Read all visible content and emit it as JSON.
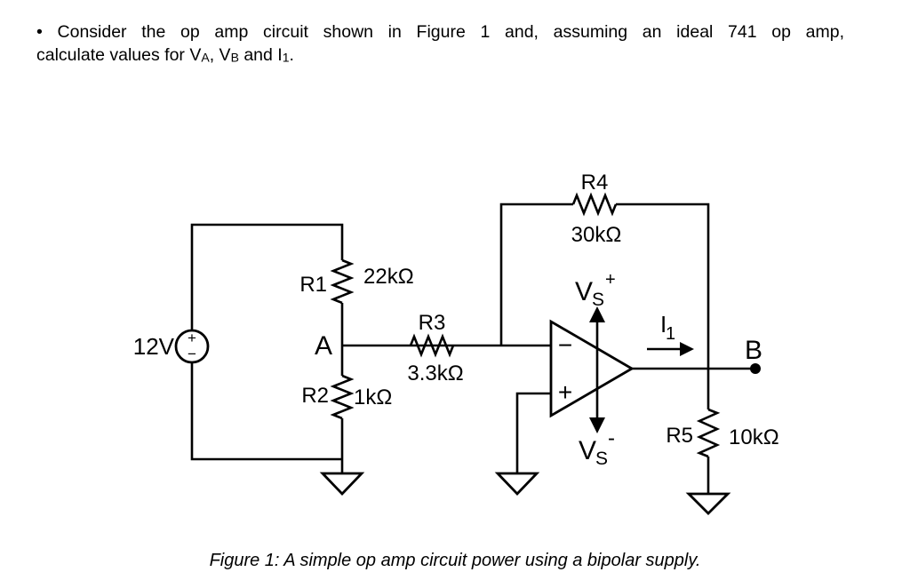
{
  "question": {
    "bullet": "•",
    "line1": "Consider the op amp circuit shown in Figure 1 and, assuming an ideal 741 op amp,",
    "line2": {
      "prefix": "calculate values for V",
      "sub_a": "A",
      "mid1": ", V",
      "sub_b": "B",
      "mid2": " and I",
      "sub_1": "1",
      "suffix": "."
    }
  },
  "circuit": {
    "source": {
      "label": "12V",
      "plus": "+",
      "minus": "−"
    },
    "r1": {
      "name": "R1",
      "value": "22kΩ"
    },
    "r2": {
      "name": "R2",
      "value": "1kΩ"
    },
    "r3": {
      "name": "R3",
      "value": "3.3kΩ"
    },
    "r4": {
      "name": "R4",
      "value": "30kΩ"
    },
    "r5": {
      "name": "R5",
      "value": "10kΩ"
    },
    "node_a": "A",
    "node_b": "B",
    "opamp": {
      "inverting": "−",
      "noninverting": "+"
    },
    "vs_plus": {
      "main": "V",
      "sub": "S",
      "sup": "+"
    },
    "vs_minus": {
      "main": "V",
      "sub": "S",
      "sup": "-"
    },
    "i1": {
      "main": "I",
      "sub": "1"
    }
  },
  "caption": "Figure 1: A simple op amp circuit power using a bipolar supply.",
  "colors": {
    "ink": "#000000",
    "paper": "#ffffff"
  }
}
